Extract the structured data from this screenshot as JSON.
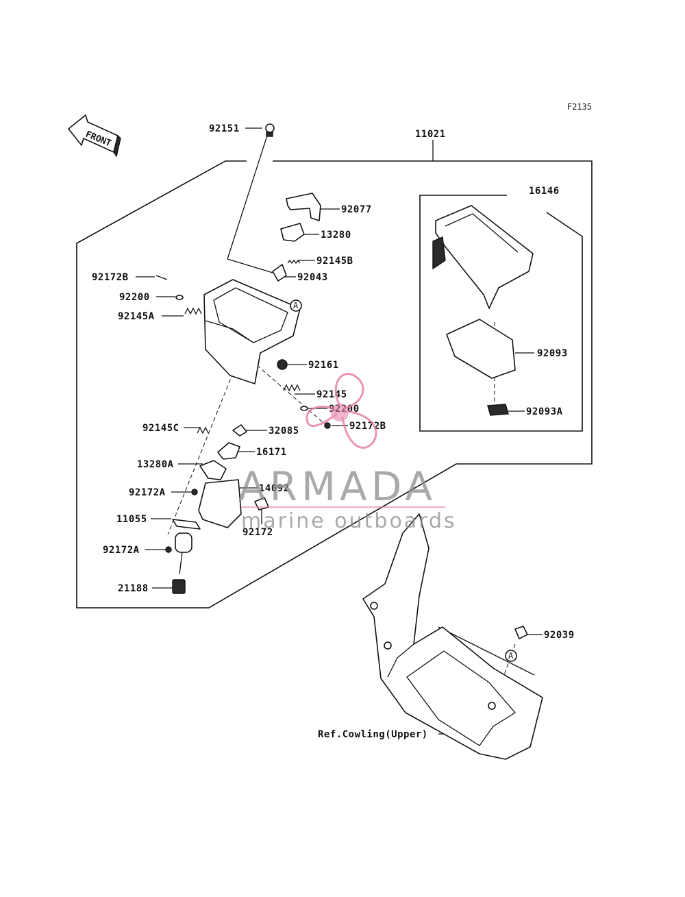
{
  "figure_code": "F2135",
  "front_label": "FRONT",
  "callout_a": "A",
  "parts": [
    {
      "id": "p-92151",
      "label": "92151"
    },
    {
      "id": "p-11021",
      "label": "11021"
    },
    {
      "id": "p-92077",
      "label": "92077"
    },
    {
      "id": "p-13280",
      "label": "13280"
    },
    {
      "id": "p-92145B",
      "label": "92145B"
    },
    {
      "id": "p-92043",
      "label": "92043"
    },
    {
      "id": "p-92172B-top",
      "label": "92172B"
    },
    {
      "id": "p-92200-top",
      "label": "92200"
    },
    {
      "id": "p-92145A",
      "label": "92145A"
    },
    {
      "id": "p-92161",
      "label": "92161"
    },
    {
      "id": "p-92145",
      "label": "92145"
    },
    {
      "id": "p-92200-mid",
      "label": "92200"
    },
    {
      "id": "p-92172B-mid",
      "label": "92172B"
    },
    {
      "id": "p-92145C",
      "label": "92145C"
    },
    {
      "id": "p-32085",
      "label": "32085"
    },
    {
      "id": "p-16171",
      "label": "16171"
    },
    {
      "id": "p-13280A",
      "label": "13280A"
    },
    {
      "id": "p-14092",
      "label": "14092"
    },
    {
      "id": "p-92172A-top",
      "label": "92172A"
    },
    {
      "id": "p-11055",
      "label": "11055"
    },
    {
      "id": "p-92172",
      "label": "92172"
    },
    {
      "id": "p-92172A-bot",
      "label": "92172A"
    },
    {
      "id": "p-21188",
      "label": "21188"
    },
    {
      "id": "p-16146",
      "label": "16146"
    },
    {
      "id": "p-92093",
      "label": "92093"
    },
    {
      "id": "p-92093A",
      "label": "92093A"
    },
    {
      "id": "p-92039",
      "label": "92039"
    },
    {
      "id": "p-ref-cowling",
      "label": "Ref.Cowling(Upper)"
    }
  ],
  "watermark": {
    "brand": "ARMADA",
    "tagline": "marine outboards",
    "logo_color": "#e47aa4"
  }
}
